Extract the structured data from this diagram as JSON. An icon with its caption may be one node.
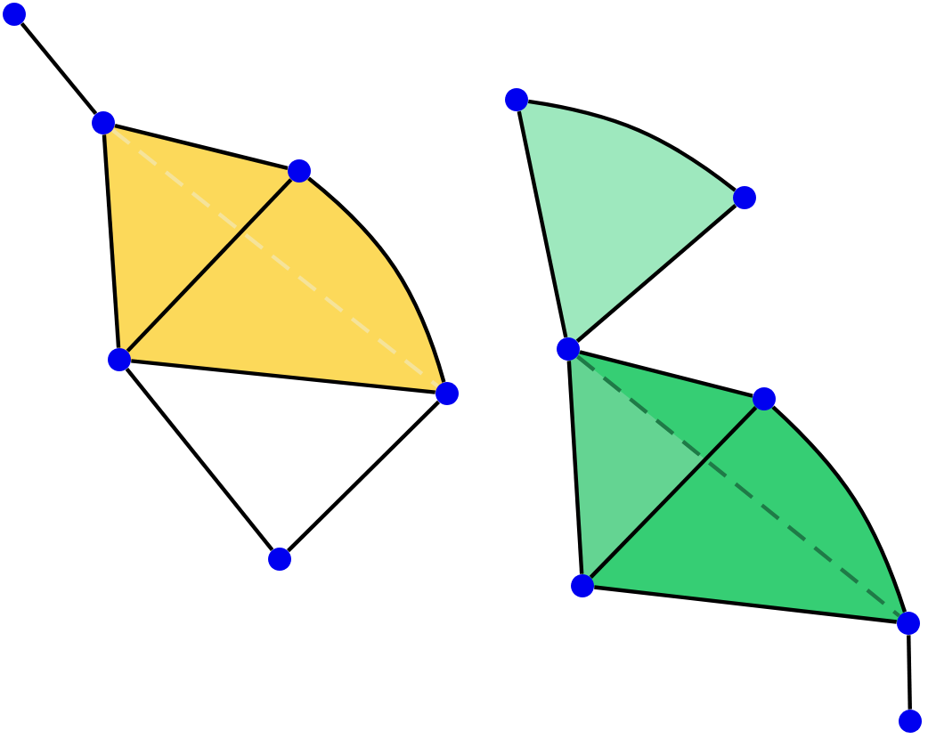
{
  "diagram": {
    "nodes": [
      {
        "text": [],
        "shape": "circle"
      },
      {
        "text": [],
        "shape": "circle"
      },
      {
        "text": [],
        "shape": "circle"
      },
      {
        "text": [],
        "shape": "circle"
      },
      {
        "text": [],
        "shape": "circle"
      },
      {
        "text": [],
        "shape": "circle"
      },
      {
        "text": [],
        "shape": "circle"
      },
      {
        "text": [],
        "shape": "circle"
      },
      {
        "text": [],
        "shape": "circle"
      },
      {
        "text": [],
        "shape": "circle"
      },
      {
        "text": [],
        "shape": "circle"
      },
      {
        "text": [],
        "shape": "circle"
      },
      {
        "text": [],
        "shape": "circle"
      }
    ],
    "edges": [
      {
        "from": 0,
        "to": 1,
        "arrow": "none"
      },
      {
        "from": 1,
        "to": 2,
        "arrow": "none"
      },
      {
        "from": 1,
        "to": 3,
        "arrow": "none"
      },
      {
        "from": 2,
        "to": 3,
        "arrow": "none"
      },
      {
        "from": 2,
        "to": 4,
        "arrow": "none"
      },
      {
        "from": 3,
        "to": 4,
        "arrow": "none"
      },
      {
        "from": 3,
        "to": 5,
        "arrow": "none"
      },
      {
        "from": 5,
        "to": 4,
        "arrow": "none"
      },
      {
        "from": 1,
        "to": 4,
        "arrow": "none",
        "style": "dashed",
        "color": "#f5e39a"
      },
      {
        "from": 6,
        "to": 7,
        "arrow": "none"
      },
      {
        "from": 6,
        "to": 8,
        "arrow": "none"
      },
      {
        "from": 7,
        "to": 8,
        "arrow": "none"
      },
      {
        "from": 8,
        "to": 9,
        "arrow": "none"
      },
      {
        "from": 8,
        "to": 10,
        "arrow": "none"
      },
      {
        "from": 9,
        "to": 10,
        "arrow": "none"
      },
      {
        "from": 9,
        "to": 11,
        "arrow": "none"
      },
      {
        "from": 10,
        "to": 11,
        "arrow": "none"
      },
      {
        "from": 8,
        "to": 11,
        "arrow": "none",
        "style": "dashed",
        "color": "#1f7a47"
      },
      {
        "from": 11,
        "to": 12,
        "arrow": "none"
      }
    ]
  }
}
